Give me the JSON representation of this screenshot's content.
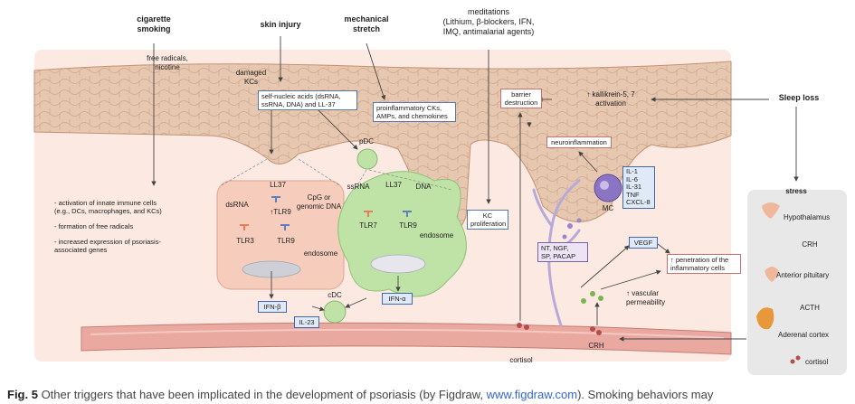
{
  "triggers": {
    "smoking": "cigarette\nsmoking",
    "skin_injury": "skin injury",
    "mechanical_stretch": "mechanical\nstretch",
    "meditations": "meditations\n(Lithium, β-blockers, IFN,\nIMQ, antimalarial agents)",
    "sleep_loss": "Sleep loss",
    "stress": "stress"
  },
  "skin_labels": {
    "free_radicals": "free radicals,\nnicotine",
    "damaged_kcs": "damaged\nKCs",
    "self_nucleic": "self-nucleic acids (dsRNA,\nssRNA, DNA) and LL-37",
    "proinflammatory": "proinflammatory CKs,\nAMPs, and chemokines",
    "barrier": "barrier\ndestruction",
    "kallikrein": "↑ kallikrein-5, 7\nactivation",
    "neuroinflammation": "neuroinflammation",
    "kc_prolif": "KC\nproliferation"
  },
  "smoking_effects": [
    "- activation of innate immune cells\n(e.g., DCs, macrophages, and KCs)",
    "- formation of free radicals",
    "- increased expression of psoriasis-\nassociated genes"
  ],
  "cell_left": {
    "ll37": "LL37",
    "dsrna": "dsRNA",
    "cpg": "CpG or\ngenomic DNA",
    "tlr9_up": "↑TLR9",
    "tlr3": "TLR3",
    "tlr9": "TLR9",
    "endosome": "endosome",
    "ifnb": "IFN-β",
    "il23": "IL-23",
    "cdc": "cDC"
  },
  "cell_mid": {
    "pdc": "pDC",
    "ssrna": "ssRNA",
    "ll37": "LL37",
    "dna": "DNA",
    "tlr7": "TLR7",
    "tlr9": "TLR9",
    "endosome": "endosome",
    "ifna": "IFN-α"
  },
  "mast": {
    "mc": "MC",
    "cytokines": "IL-1\nIL-6\nIL-31\nTNF\nCXCL-8",
    "neuropeptides": "NT, NGF,\nSP, PACAP",
    "vegf": "VEGF",
    "penetration": "↑ penetration of the\ninflammatory cells",
    "vascular": "↑ vascular\npermeability"
  },
  "vessel": {
    "cortisol": "cortisol",
    "crh": "CRH"
  },
  "hpa": {
    "hypothalamus": "Hypothalamus",
    "crh": "CRH",
    "anterior_pituitary": "Anterior pituitary",
    "acth": "ACTH",
    "adrenal_cortex": "Aderenal cortex",
    "cortisol": "cortisol"
  },
  "caption": {
    "fig": "Fig. 5",
    "text": " Other triggers that have been implicated in the development of psoriasis (by Figdraw, ",
    "link": "www.figdraw.com",
    "tail": "). Smoking behaviors may"
  },
  "colors": {
    "epidermis": "#e6c7b0",
    "dermis": "#fbe9e2",
    "vessel": "#e9a9a0",
    "cell_left": "#f6cdbc",
    "cell_mid": "#bfe3a6",
    "mast": "#8a74c4",
    "panel": "#e8e8e8"
  }
}
